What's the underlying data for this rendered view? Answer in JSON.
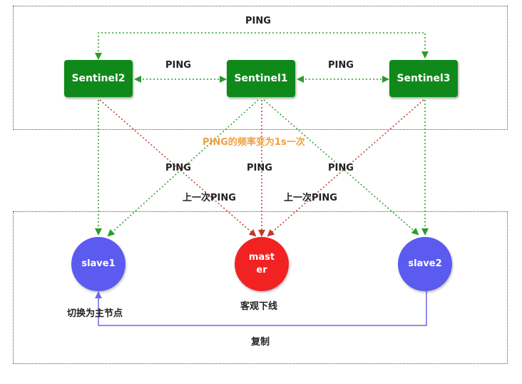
{
  "sentinels": {
    "sentinel1": "Sentinel1",
    "sentinel2": "Sentinel2",
    "sentinel3": "Sentinel3"
  },
  "nodes": {
    "slave1": "slave1",
    "master": "master",
    "slave2": "slave2"
  },
  "labels": {
    "ping_top": "PING",
    "ping_left": "PING",
    "ping_right": "PING",
    "frequency": "PING的频率变为1s一次",
    "ping_down_left": "PING",
    "ping_down_mid": "PING",
    "ping_down_right": "PING",
    "last_ping_left": "上一次PING",
    "last_ping_right": "上一次PING",
    "master_status": "客观下线",
    "switch_master": "切换为主节点",
    "replicate": "复制"
  },
  "colors": {
    "sentinel": "#0f8a1a",
    "slave": "#5b5bf0",
    "master": "#f22222",
    "ping_line": "#2a9d2a",
    "down_line": "#c0392b",
    "replicate_line": "#6a6ae6",
    "frequency_text": "#f0a040"
  }
}
